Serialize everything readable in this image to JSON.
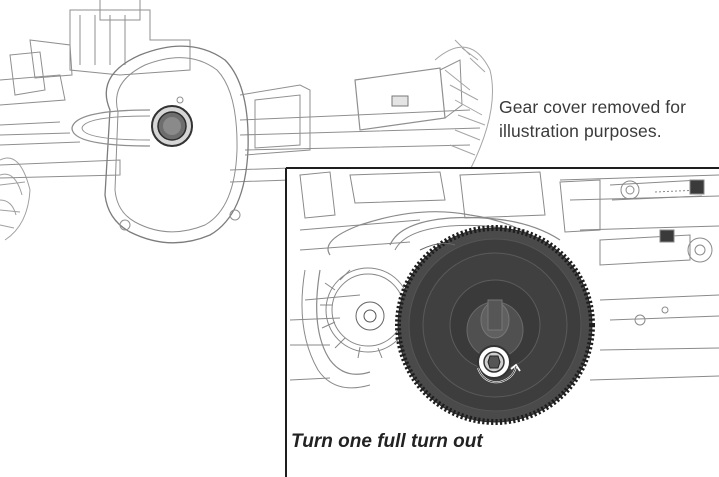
{
  "caption": {
    "line1": "Gear cover removed for",
    "line2": "illustration purposes."
  },
  "instruction": "Turn one full turn out",
  "colors": {
    "line_art": "#8a8a8a",
    "gear_dark": "#3c3c3c",
    "frame_border": "#222222",
    "text": "#3a3a3a"
  },
  "icons": [
    "cover-gear-hub-icon",
    "spur-gear-icon",
    "pinion-gear-icon",
    "slipper-nut-icon",
    "rotation-arrow-icon"
  ]
}
